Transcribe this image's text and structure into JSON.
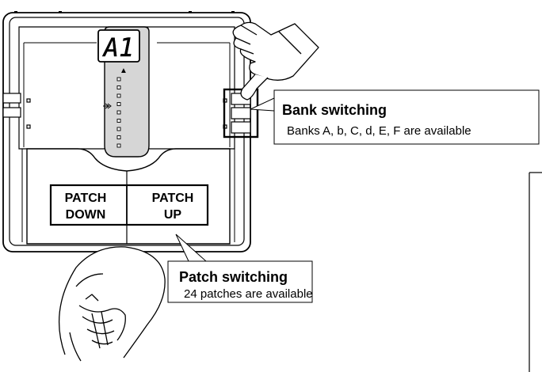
{
  "display": {
    "text": "A1",
    "indicator_count": 9
  },
  "pedal_labels": {
    "left_line1": "PATCH",
    "left_line2": "DOWN",
    "right_line1": "PATCH",
    "right_line2": "UP"
  },
  "callouts": {
    "bank": {
      "title": "Bank switching",
      "description": "Banks A, b, C, d, E, F are available"
    },
    "patch": {
      "title": "Patch switching",
      "description": "24 patches are available"
    }
  },
  "icons": [
    "pointing-hand-icon",
    "foot-shoe-icon",
    "arrow-marker-icon"
  ],
  "colors": {
    "line": "#000000",
    "display_fill": "#d6d6d6",
    "background": "#ffffff"
  }
}
